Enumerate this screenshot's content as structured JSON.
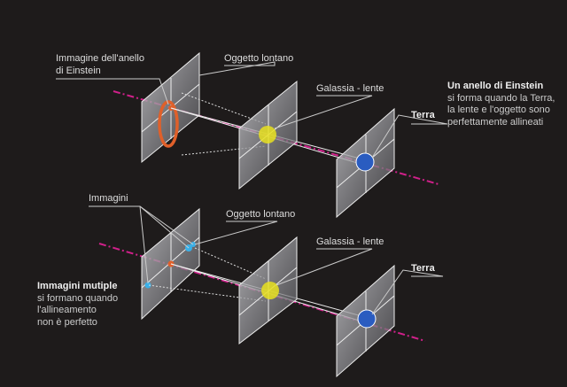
{
  "top": {
    "ring_label_1": "Immagine dell'anello",
    "ring_label_2": "di Einstein",
    "source_label": "Oggetto lontano",
    "lens_label": "Galassia - lente",
    "earth_label": "Terra",
    "caption_title": "Un anello di Einstein",
    "caption_lines": [
      "si forma quando la Terra,",
      "la lente e l'oggetto sono",
      "perfettamente allineati"
    ]
  },
  "bottom": {
    "images_label": "Immagini",
    "source_label": "Oggetto lontano",
    "lens_label": "Galassia - lente",
    "earth_label": "Terra",
    "caption_title": "Immagini mutiple",
    "caption_lines": [
      "si formano quando",
      "l'allineamento",
      "non è perfetto"
    ]
  },
  "colors": {
    "background": "#1e1b1b",
    "axis": "#d0208a",
    "ring": "#e0602a",
    "lens": "#e8e020",
    "earth": "#2a5cc0",
    "images": "#3ab0e8"
  }
}
